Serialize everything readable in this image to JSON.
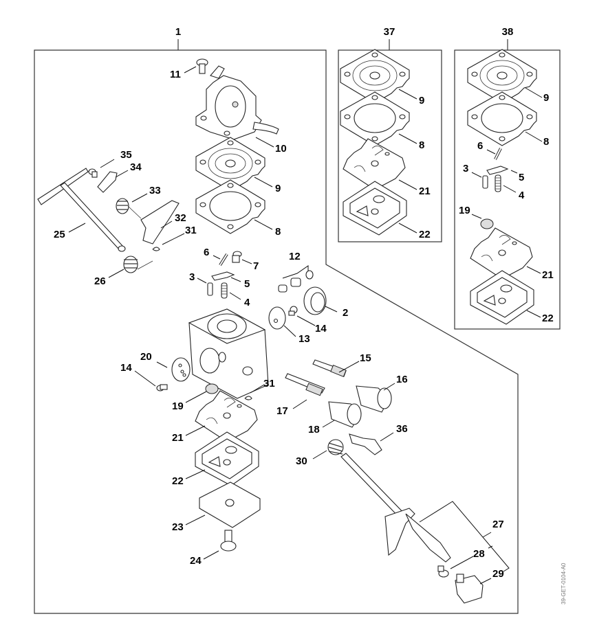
{
  "diagram": {
    "type": "exploded-parts-diagram",
    "subject": "carburetor assembly",
    "reference_code": "39-GET-0104-A0",
    "groups": [
      {
        "id": "main-assembly",
        "label": "1"
      },
      {
        "id": "kit-37",
        "label": "37",
        "contains": [
          "9",
          "8",
          "21",
          "22"
        ]
      },
      {
        "id": "kit-38",
        "label": "38",
        "contains": [
          "9",
          "8",
          "6",
          "3",
          "5",
          "4",
          "19",
          "21",
          "22"
        ]
      }
    ],
    "callouts_main": [
      "11",
      "10",
      "9",
      "8",
      "35",
      "34",
      "33",
      "32",
      "31",
      "25",
      "26",
      "6",
      "7",
      "3",
      "5",
      "4",
      "12",
      "2",
      "14",
      "13",
      "20",
      "14",
      "19",
      "31",
      "21",
      "22",
      "23",
      "24",
      "15",
      "16",
      "17",
      "18",
      "36",
      "30",
      "27",
      "28",
      "29"
    ],
    "labels": {
      "g1": "1",
      "g37": "37",
      "g38": "38",
      "m11": "11",
      "m10": "10",
      "m9": "9",
      "m8": "8",
      "m35": "35",
      "m34": "34",
      "m33": "33",
      "m32": "32",
      "m31a": "31",
      "m25": "25",
      "m26": "26",
      "m6": "6",
      "m7": "7",
      "m3": "3",
      "m5": "5",
      "m4": "4",
      "m12": "12",
      "m2": "2",
      "m14a": "14",
      "m13": "13",
      "m20": "20",
      "m14b": "14",
      "m19": "19",
      "m31b": "31",
      "m21": "21",
      "m22": "22",
      "m23": "23",
      "m24": "24",
      "m15": "15",
      "m16": "16",
      "m17": "17",
      "m18": "18",
      "m36": "36",
      "m30": "30",
      "m27": "27",
      "m28": "28",
      "m29": "29",
      "k37_9": "9",
      "k37_8": "8",
      "k37_21": "21",
      "k37_22": "22",
      "k38_9": "9",
      "k38_8": "8",
      "k38_6": "6",
      "k38_3": "3",
      "k38_5": "5",
      "k38_4": "4",
      "k38_19": "19",
      "k38_21": "21",
      "k38_22": "22"
    }
  }
}
